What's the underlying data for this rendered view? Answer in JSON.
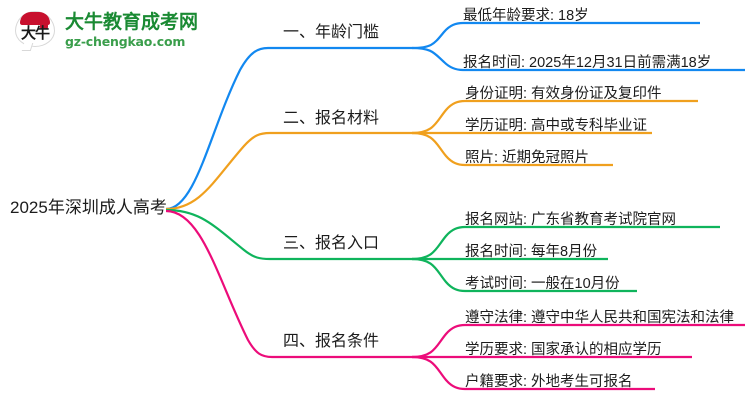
{
  "logo": {
    "mark_text": "大牛",
    "title": "大牛教育成考网",
    "domain": "gz-chengkao.com"
  },
  "mindmap": {
    "root": "2025年深圳成人高考",
    "colors": {
      "branch1": "#1288F0",
      "branch2": "#F0A01E",
      "branch3": "#0FB45C",
      "branch4": "#EC0C7A",
      "text": "#1c1c1c"
    },
    "branches": [
      {
        "label": "一、年龄门槛",
        "color": "#1288F0",
        "leaves": [
          "最低年龄要求: 18岁",
          "报名时间: 2025年12月31日前需满18岁"
        ]
      },
      {
        "label": "二、报名材料",
        "color": "#F0A01E",
        "leaves": [
          "身份证明: 有效身份证及复印件",
          "学历证明: 高中或专科毕业证",
          "照片: 近期免冠照片"
        ]
      },
      {
        "label": "三、报名入口",
        "color": "#0FB45C",
        "leaves": [
          "报名网站: 广东省教育考试院官网",
          "报名时间: 每年8月份",
          "考试时间: 一般在10月份"
        ]
      },
      {
        "label": "四、报名条件",
        "color": "#EC0C7A",
        "leaves": [
          "遵守法律: 遵守中华人民共和国宪法和法律",
          "学历要求: 国家承认的相应学历",
          "户籍要求: 外地考生可报名"
        ]
      }
    ]
  }
}
